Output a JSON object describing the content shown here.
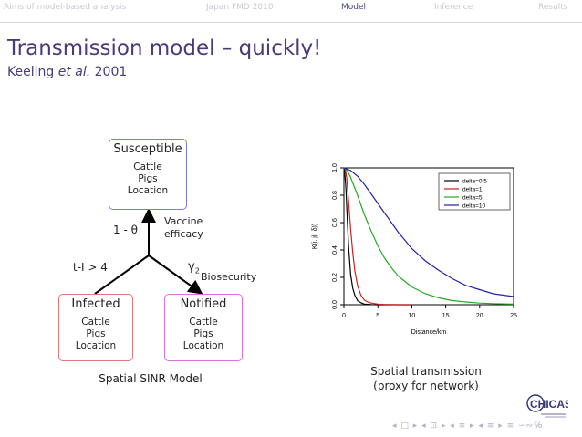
{
  "nav": {
    "items": [
      "Aims of model-based analysis",
      "Japan FMD 2010",
      "Model",
      "Inference",
      "Results"
    ],
    "active": "Model"
  },
  "slide": {
    "title": "Transmission model – quickly!",
    "subtitle_authors": "Keeling",
    "subtitle_etal": "et al.",
    "subtitle_year": "2001"
  },
  "diagram": {
    "susceptible": {
      "title": "Susceptible",
      "line1": "Cattle",
      "line2": "Pigs",
      "line3": "Location",
      "color": "#7b7bd6"
    },
    "infected": {
      "title": "Infected",
      "line1": "Cattle",
      "line2": "Pigs",
      "line3": "Location",
      "color": "#e07a7a"
    },
    "notified": {
      "title": "Notified",
      "line1": "Cattle",
      "line2": "Pigs",
      "line3": "Location",
      "color": "#e070e0"
    },
    "one_minus_theta": "1 - θ",
    "vaccine_1": "Vaccine",
    "vaccine_2": "efficacy",
    "t_label": "t-I > 4",
    "gamma": "γ",
    "gamma_sub": "2",
    "biosecurity": "Biosecurity",
    "caption": "Spatial SINR Model"
  },
  "chart_data": {
    "type": "line",
    "title": "",
    "xlabel": "Distance/km",
    "ylabel": "K(i, j|, δ))",
    "xlim": [
      0,
      25
    ],
    "ylim": [
      0,
      1
    ],
    "xticks": [
      0,
      5,
      10,
      15,
      20,
      25
    ],
    "yticks": [
      0.0,
      0.2,
      0.4,
      0.6,
      0.8,
      1.0
    ],
    "ytick_labels": [
      "0.0",
      "0.2",
      "0.4",
      "0.6",
      "0.8",
      "1.0"
    ],
    "legend_position": "top-right",
    "series": [
      {
        "name": "delta=0.5",
        "color": "#000000",
        "x": [
          0,
          0.1,
          0.3,
          0.5,
          0.7,
          1,
          1.3,
          1.6,
          2,
          2.5,
          3,
          4,
          5,
          6,
          8,
          10
        ],
        "y": [
          1.0,
          0.98,
          0.85,
          0.62,
          0.42,
          0.22,
          0.12,
          0.07,
          0.03,
          0.015,
          0.005,
          0.001,
          0,
          0,
          0,
          0
        ]
      },
      {
        "name": "delta=1",
        "color": "#cc2222",
        "x": [
          0,
          0.2,
          0.4,
          0.7,
          1,
          1.3,
          1.6,
          2,
          2.5,
          3,
          3.5,
          4,
          5,
          6,
          8,
          10
        ],
        "y": [
          1.0,
          0.99,
          0.93,
          0.75,
          0.55,
          0.38,
          0.25,
          0.14,
          0.07,
          0.035,
          0.02,
          0.012,
          0.005,
          0.002,
          0,
          0
        ]
      },
      {
        "name": "delta=5",
        "color": "#22aa22",
        "x": [
          0,
          0.5,
          1,
          2,
          3,
          4,
          5,
          6,
          7,
          8,
          9,
          10,
          12,
          14,
          16,
          18,
          20,
          22,
          25
        ],
        "y": [
          1.0,
          0.98,
          0.93,
          0.8,
          0.66,
          0.54,
          0.43,
          0.34,
          0.27,
          0.21,
          0.17,
          0.13,
          0.08,
          0.05,
          0.03,
          0.02,
          0.012,
          0.008,
          0.005
        ]
      },
      {
        "name": "delta=10",
        "color": "#2222aa",
        "x": [
          0,
          1,
          2,
          3,
          4,
          5,
          6,
          7,
          8,
          9,
          10,
          12,
          14,
          16,
          18,
          20,
          22,
          25
        ],
        "y": [
          1.0,
          0.98,
          0.94,
          0.88,
          0.81,
          0.74,
          0.67,
          0.6,
          0.53,
          0.47,
          0.41,
          0.32,
          0.25,
          0.19,
          0.14,
          0.11,
          0.08,
          0.06
        ]
      }
    ]
  },
  "chart_caption": {
    "line1": "Spatial transmission",
    "line2": "(proxy for network)"
  },
  "logo": {
    "text": "CHICAS",
    "color": "#3a3a7a"
  },
  "pager": "◂ □ ▸ ◂ ⊡ ▸ ◂ ≡ ▸ ◂ ≡ ▸ ≡ ∽∾℅"
}
